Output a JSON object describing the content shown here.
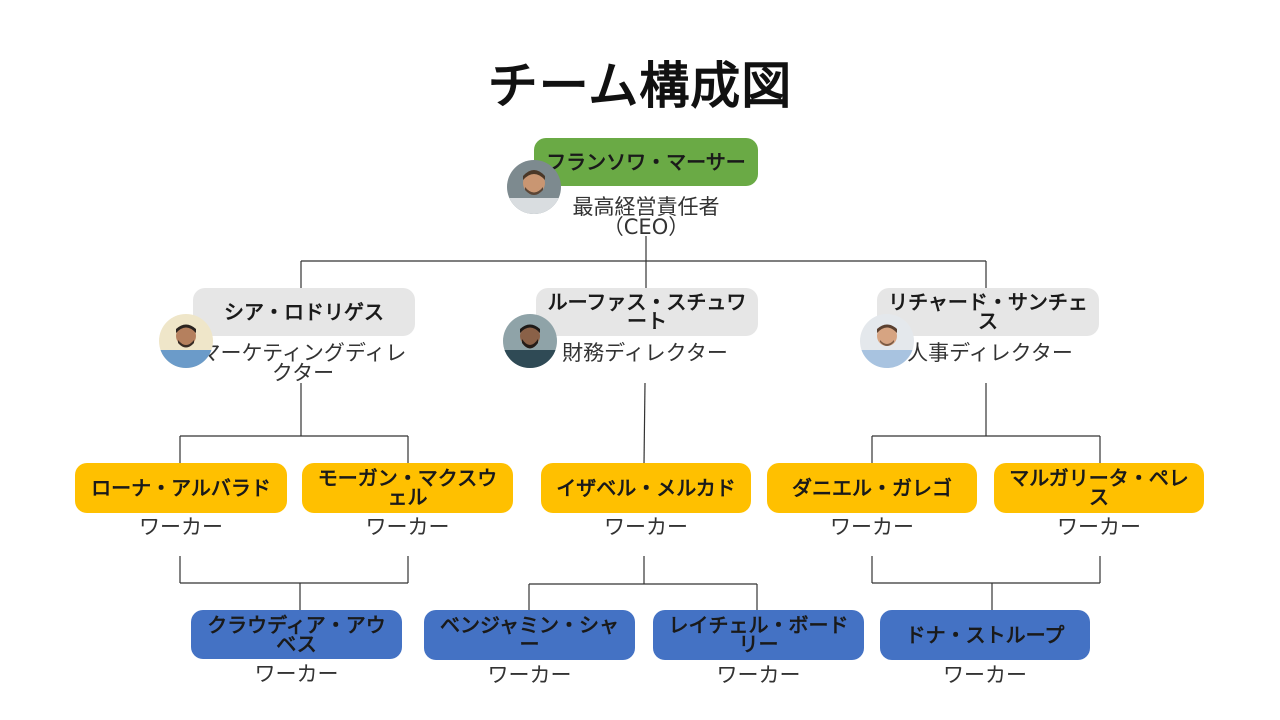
{
  "title": "チーム構成図",
  "ceo": {
    "name": "フランソワ・マーサー",
    "role": "最高経営責任者（CEO）"
  },
  "directors": [
    {
      "name": "シア・ロドリゲス",
      "role": "マーケティングディレクター"
    },
    {
      "name": "ルーファス・スチュワート",
      "role": "財務ディレクター"
    },
    {
      "name": "リチャード・サンチェス",
      "role": "人事ディレクター"
    }
  ],
  "workers": [
    {
      "name": "ローナ・アルバラド",
      "role": "ワーカー"
    },
    {
      "name": "モーガン・マクスウェル",
      "role": "ワーカー"
    },
    {
      "name": "イザベル・メルカド",
      "role": "ワーカー"
    },
    {
      "name": "ダニエル・ガレゴ",
      "role": "ワーカー"
    },
    {
      "name": "マルガリータ・ペレス",
      "role": "ワーカー"
    }
  ],
  "subworkers": [
    {
      "name": "クラウディア・アウベス",
      "role": "ワーカー"
    },
    {
      "name": "ベンジャミン・シャー",
      "role": "ワーカー"
    },
    {
      "name": "レイチェル・ボードリー",
      "role": "ワーカー"
    },
    {
      "name": "ドナ・ストループ",
      "role": "ワーカー"
    }
  ],
  "colors": {
    "ceo": "#6aaa45",
    "director": "#e6e6e6",
    "worker": "#ffc000",
    "subworker": "#4472c4"
  }
}
